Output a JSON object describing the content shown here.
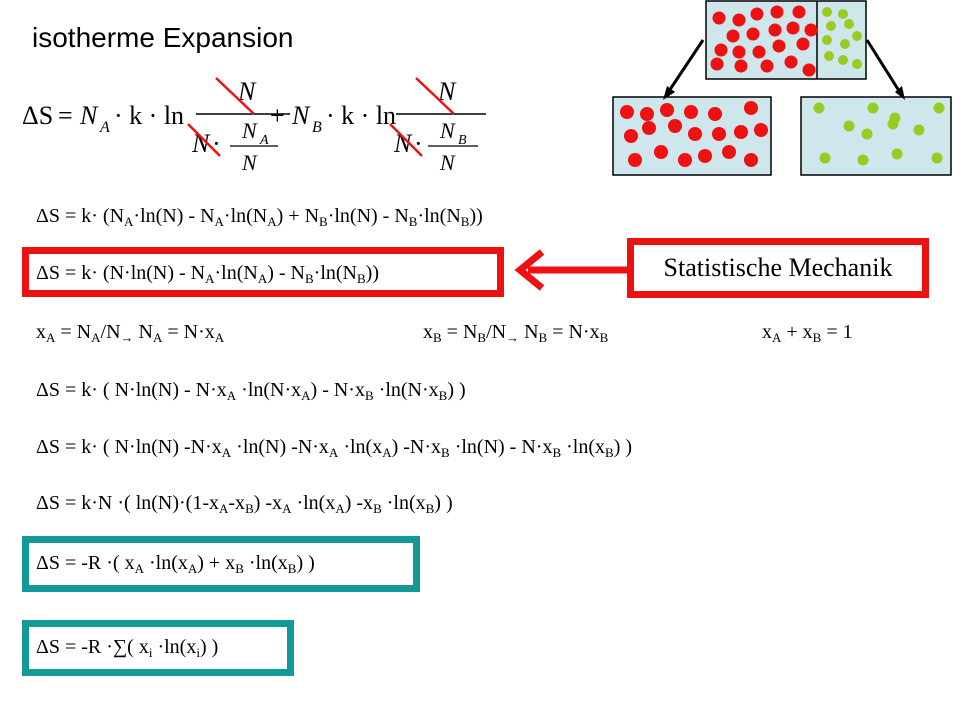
{
  "title": "isotherme Expansion",
  "formula": {
    "delta_s": "ΔS",
    "eq": "=",
    "na": "N",
    "na_sub": "A",
    "k_ln": "· k · ln",
    "plus": "+",
    "nb": "N",
    "nb_sub": "B",
    "num": "N",
    "den_n": "N",
    "den_na": "N",
    "den_na_sub": "A",
    "den_nb": "N",
    "den_nb_sub": "B",
    "den_bottom": "N",
    "dot": "·"
  },
  "statistik_label": "Statistische Mechanik",
  "lines": {
    "l1": [
      "ΔS = k· (N",
      "A",
      "·ln(N) - N",
      "A",
      "·ln(N",
      "A",
      ") + N",
      "B",
      "·ln(N) - N",
      "B",
      "·ln(N",
      "B",
      "))"
    ],
    "l2": [
      "ΔS = k· (N·ln(N) - N",
      "A",
      "·ln(N",
      "A",
      ") - N",
      "B",
      "·ln(N",
      "B",
      "))"
    ],
    "l3a": [
      "x",
      "A",
      " = N",
      "A",
      "/N",
      "→",
      " N",
      "A",
      " = N·x",
      "A"
    ],
    "l3b": [
      "x",
      "B",
      " = N",
      "B",
      "/N",
      "→",
      " N",
      "B",
      " = N·x",
      "B"
    ],
    "l3c": [
      "x",
      "A",
      " + x",
      "B",
      " = 1"
    ],
    "l4": [
      "ΔS = k· ( N·ln(N) - N·x",
      "A",
      " ·ln(N·x",
      "A",
      ") - N·x",
      "B",
      " ·ln(N·x",
      "B",
      ") )"
    ],
    "l5": [
      "ΔS = k· ( N·ln(N) -N·x",
      "A",
      " ·ln(N) -N·x",
      "A",
      " ·ln(x",
      "A",
      ") -N·x",
      "B",
      " ·ln(N) - N·x",
      "B",
      " ·ln(x",
      "B",
      ") )"
    ],
    "l6": [
      "ΔS = k·N ·( ln(N)·(1-x",
      "A",
      "-x",
      "B",
      ") -x",
      "A",
      " ·ln(x",
      "A",
      ") -x",
      "B",
      " ·ln(x",
      "B",
      ") )"
    ],
    "l7": [
      "ΔS = -R ·( x",
      "A",
      " ·ln(x",
      "A",
      ") + x",
      "B",
      " ·ln(x",
      "B",
      ") )"
    ],
    "l8": [
      "ΔS = -R ·∑( x",
      "i",
      " ·ln(x",
      "i",
      ") )"
    ]
  },
  "colors": {
    "red": "#ee1111",
    "teal": "#139a96",
    "particle_a": "#ee1111",
    "particle_b": "#99cc22",
    "container": "#cfe6ec"
  }
}
